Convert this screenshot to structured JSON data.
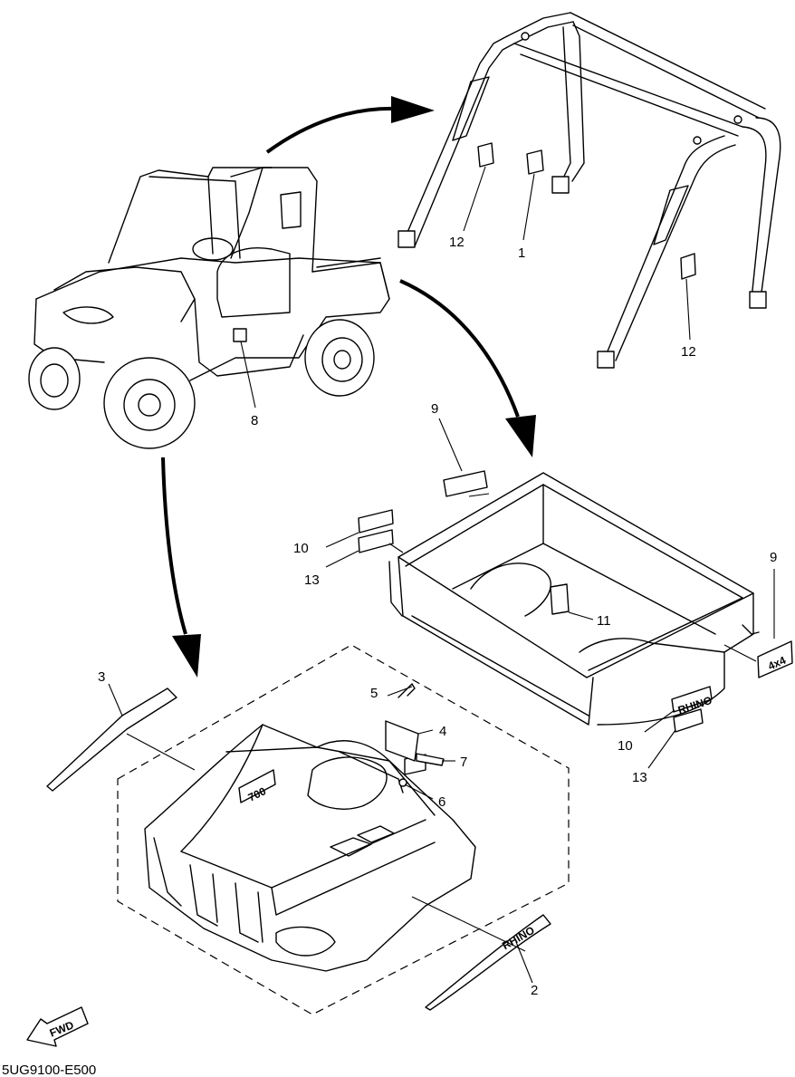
{
  "callouts": [
    {
      "id": "c12a",
      "label": "12"
    },
    {
      "id": "c1",
      "label": "1"
    },
    {
      "id": "c12b",
      "label": "12"
    },
    {
      "id": "c8",
      "label": "8"
    },
    {
      "id": "c9a",
      "label": "9"
    },
    {
      "id": "c10a",
      "label": "10"
    },
    {
      "id": "c13a",
      "label": "13"
    },
    {
      "id": "c11",
      "label": "11"
    },
    {
      "id": "c9b",
      "label": "9"
    },
    {
      "id": "c10b",
      "label": "10"
    },
    {
      "id": "c13b",
      "label": "13"
    },
    {
      "id": "c3",
      "label": "3"
    },
    {
      "id": "c5",
      "label": "5"
    },
    {
      "id": "c4",
      "label": "4"
    },
    {
      "id": "c7",
      "label": "7"
    },
    {
      "id": "c6",
      "label": "6"
    },
    {
      "id": "c2",
      "label": "2"
    }
  ],
  "fwd_label": "FWD",
  "diagram_code": "5UG9100-E500",
  "decal_texts": {
    "hood_badge": "700",
    "side_stripe": "RHINO",
    "fender_decal": "RHINO",
    "badge_4x4": "4x4"
  }
}
